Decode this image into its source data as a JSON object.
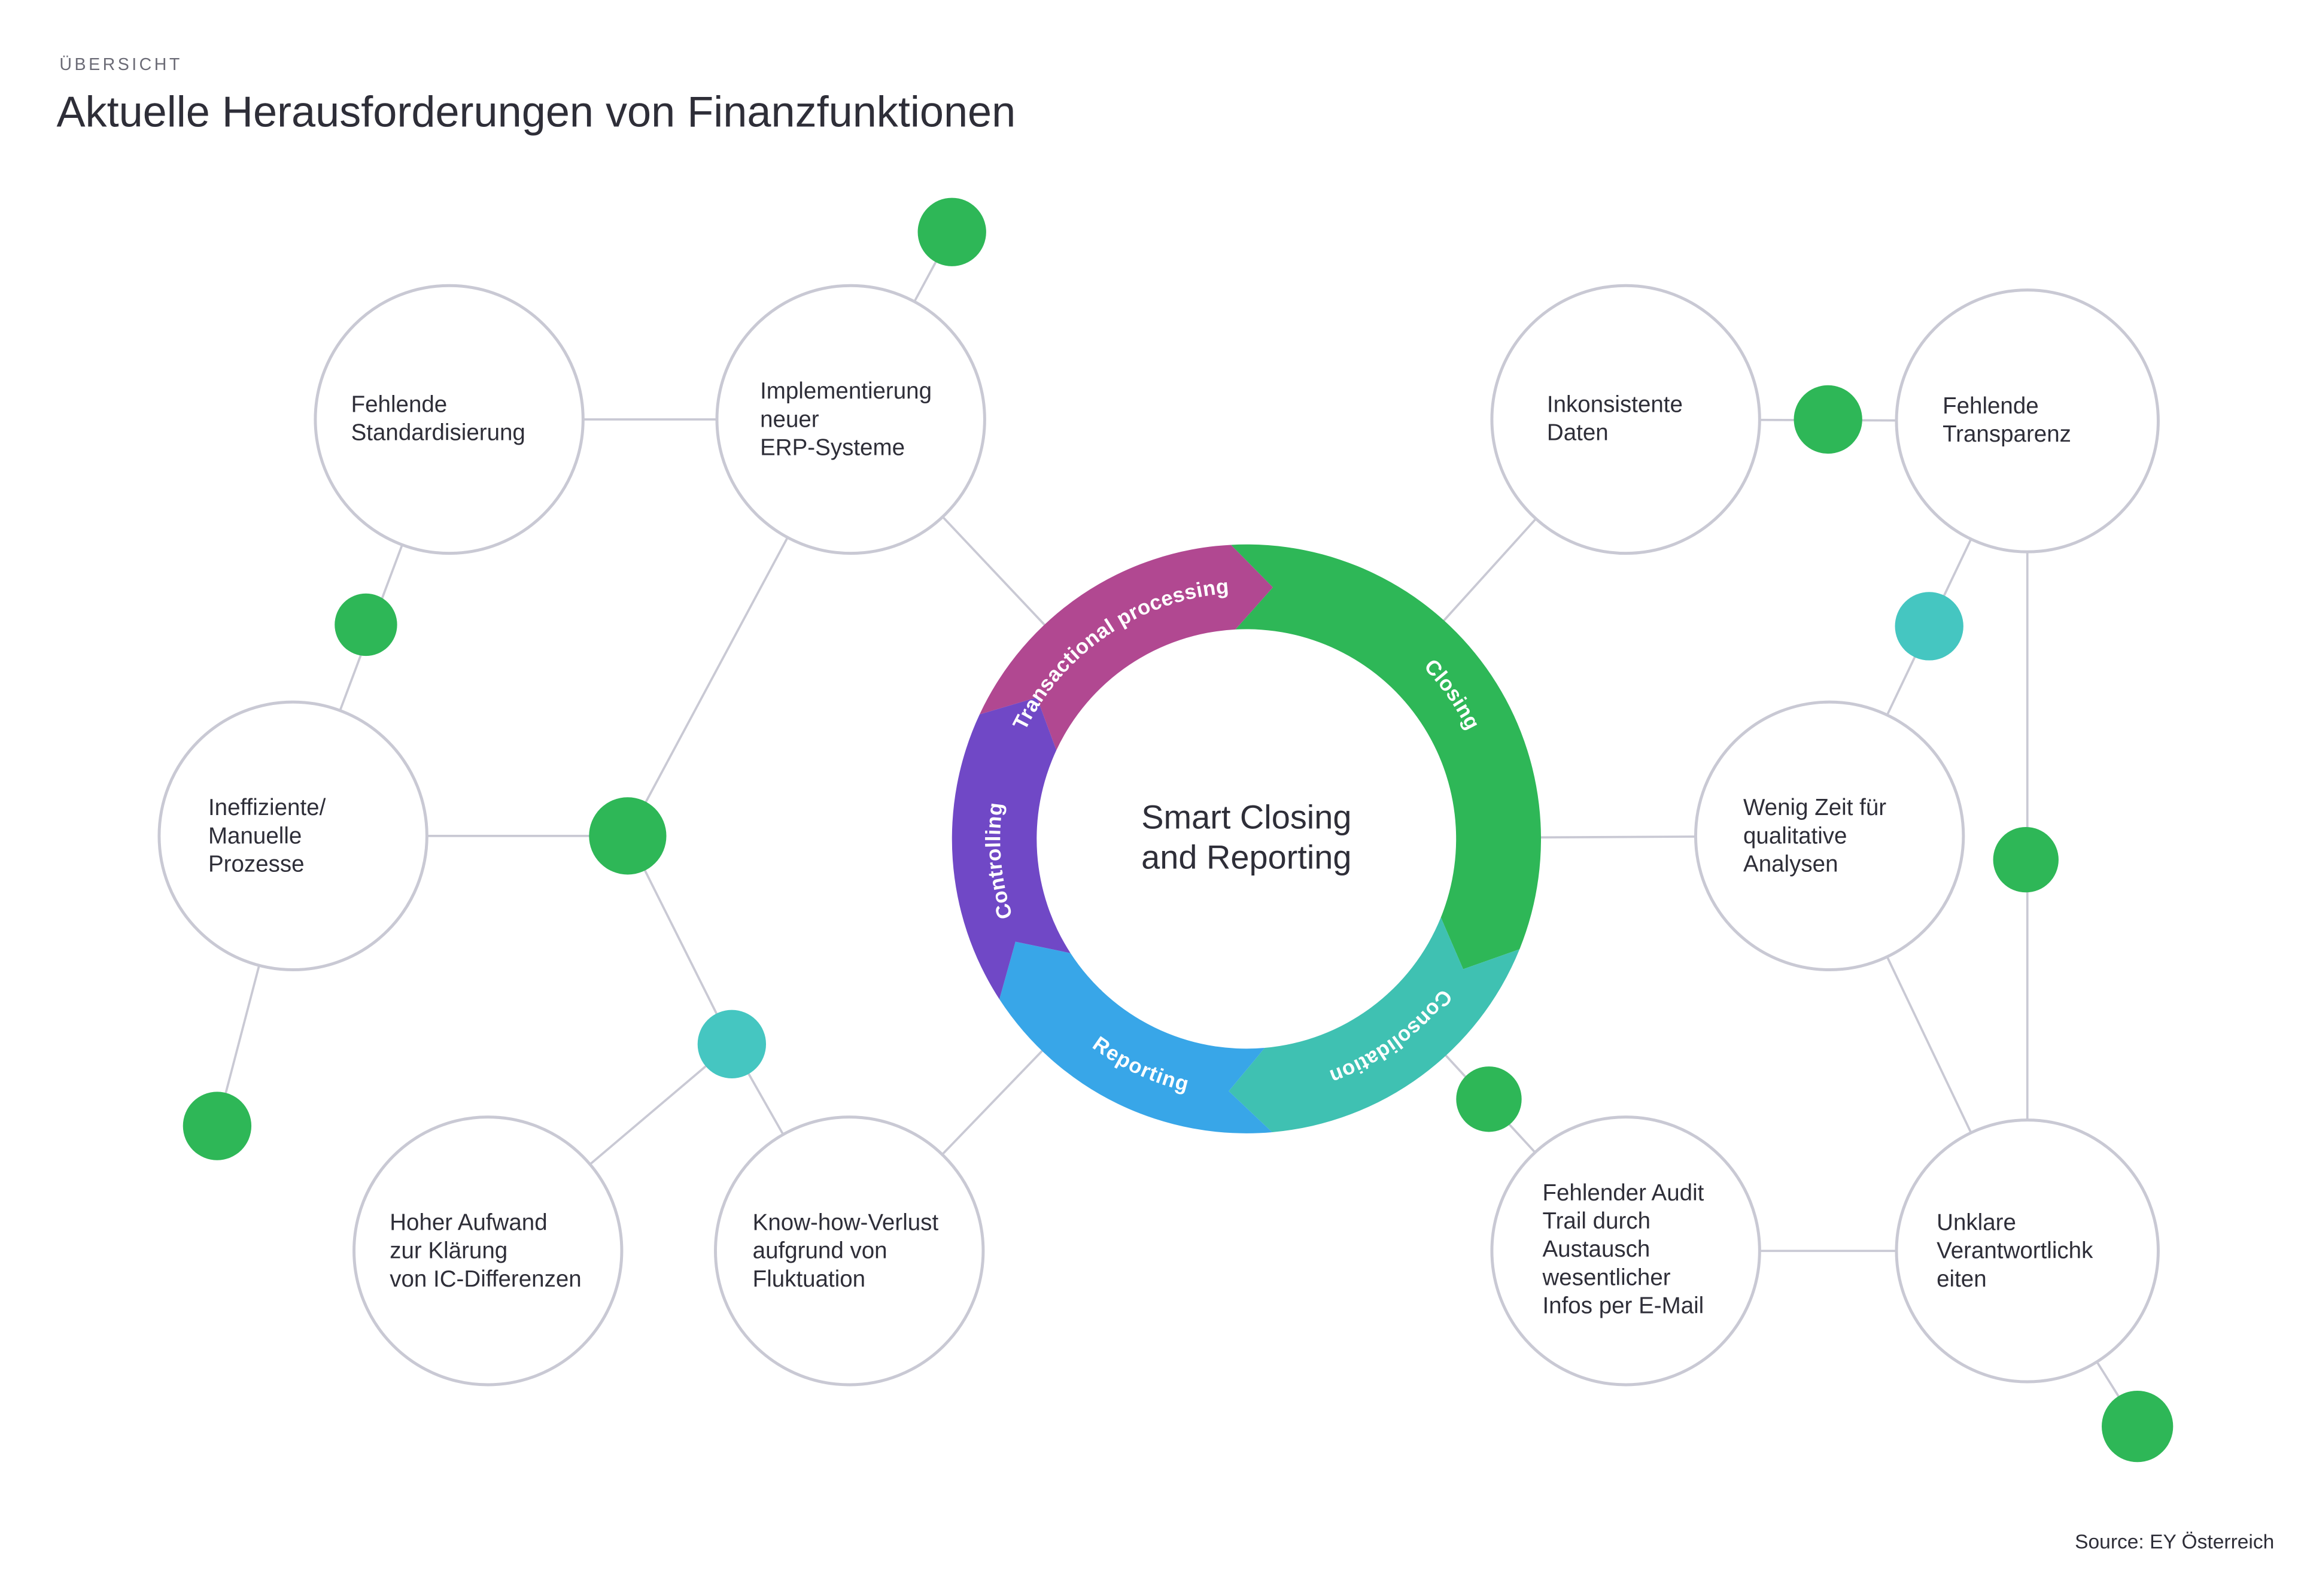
{
  "page": {
    "kicker": "ÜBERSICHT",
    "title": "Aktuelle Herausforderungen von Finanzfunktionen",
    "source": "Source: EY Österreich"
  },
  "colors": {
    "green": "#2eb757",
    "teal": "#45c6c1",
    "node_border": "#c9c9d4",
    "connector": "#c9c9d4",
    "text": "#2e2e38"
  },
  "ring": {
    "center_label": "Smart Closing\nand Reporting",
    "segments": [
      {
        "label": "Transactional processing",
        "color": "#b14891"
      },
      {
        "label": "Closing",
        "color": "#2eb757"
      },
      {
        "label": "Consolidation",
        "color": "#3fc1b2"
      },
      {
        "label": "Reporting",
        "color": "#38a6e8"
      },
      {
        "label": "Controlling",
        "color": "#7048c6"
      }
    ]
  },
  "nodes": [
    {
      "label": "Fehlende\nStandardisierung"
    },
    {
      "label": "Implementierung\nneuer\nERP-Systeme"
    },
    {
      "label": "Inkonsistente\nDaten"
    },
    {
      "label": "Fehlende\nTransparenz"
    },
    {
      "label": "Ineffiziente/\nManuelle\nProzesse"
    },
    {
      "label": "Wenig Zeit für\nqualitative\nAnalysen"
    },
    {
      "label": "Hoher Aufwand\nzur Klärung\nvon IC-Differenzen"
    },
    {
      "label": "Know-how-Verlust\naufgrund von\nFluktuation"
    },
    {
      "label": "Fehlender Audit\nTrail durch\nAustausch\nwesentlicher\nInfos per E-Mail"
    },
    {
      "label": "Unklare\nVerantwortlichk\neiten"
    }
  ]
}
